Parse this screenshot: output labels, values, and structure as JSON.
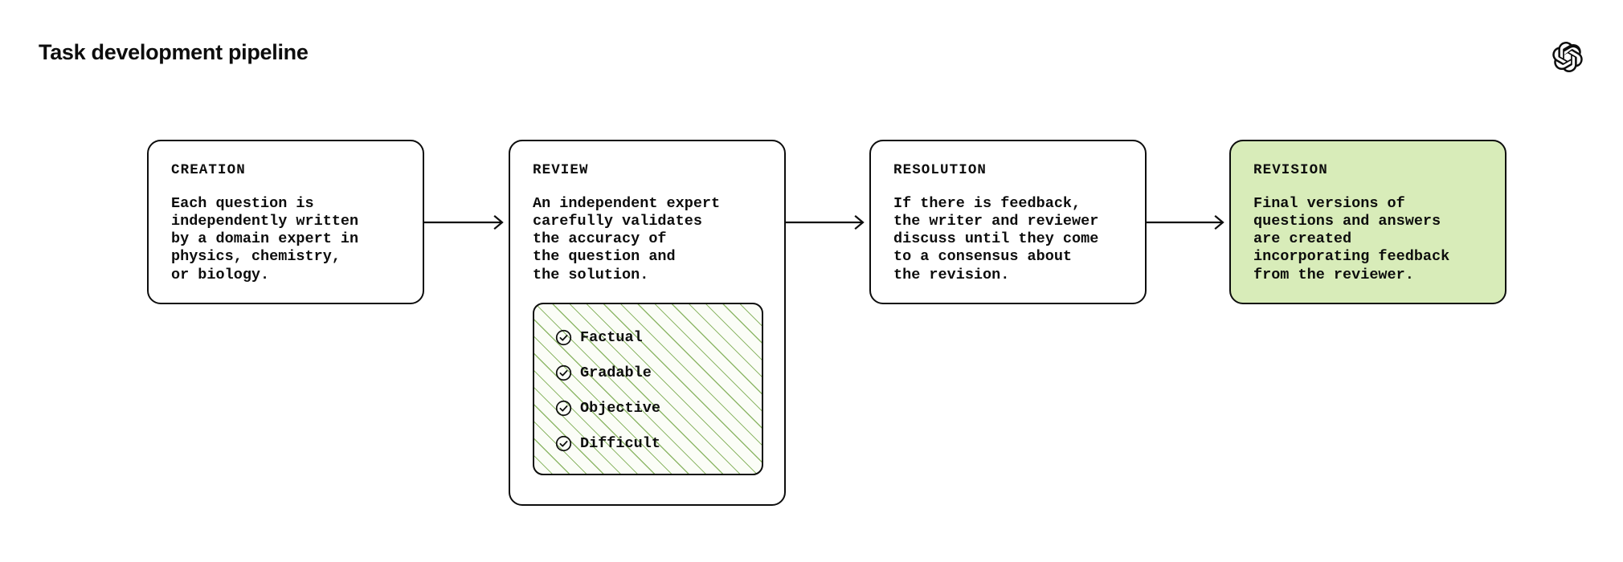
{
  "header": {
    "title": "Task development pipeline",
    "logo_icon": "openai-logo-icon"
  },
  "pipeline": {
    "stages": [
      {
        "kicker": "CREATION",
        "body": "Each question is\nindependently written\nby a domain expert in\nphysics, chemistry,\nor biology.",
        "highlighted": false
      },
      {
        "kicker": "REVIEW",
        "body": "An independent expert\ncarefully validates\nthe accuracy of\nthe question and\nthe solution.",
        "highlighted": false,
        "criteria": {
          "hatch_color": "#8fb86a",
          "items": [
            {
              "label": "Factual",
              "icon": "check-circle-icon"
            },
            {
              "label": "Gradable",
              "icon": "check-circle-icon"
            },
            {
              "label": "Objective",
              "icon": "check-circle-icon"
            },
            {
              "label": "Difficult",
              "icon": "check-circle-icon"
            }
          ]
        }
      },
      {
        "kicker": "RESOLUTION",
        "body": "If there is feedback,\nthe writer and reviewer\ndiscuss until they come\nto a consensus about\nthe revision.",
        "highlighted": false
      },
      {
        "kicker": "REVISION",
        "body": "Final versions of\nquestions and answers\nare created\nincorporating feedback\nfrom the reviewer.",
        "highlighted": true,
        "background_color": "#d8ecb9"
      }
    ],
    "connectors": [
      {
        "icon": "arrow-right-icon"
      },
      {
        "icon": "arrow-right-icon"
      },
      {
        "icon": "arrow-right-icon"
      }
    ]
  },
  "colors": {
    "ink": "#0d0d0d",
    "canvas": "#ffffff",
    "accent_green": "#d8ecb9",
    "hatch_green": "#8fb86a"
  }
}
